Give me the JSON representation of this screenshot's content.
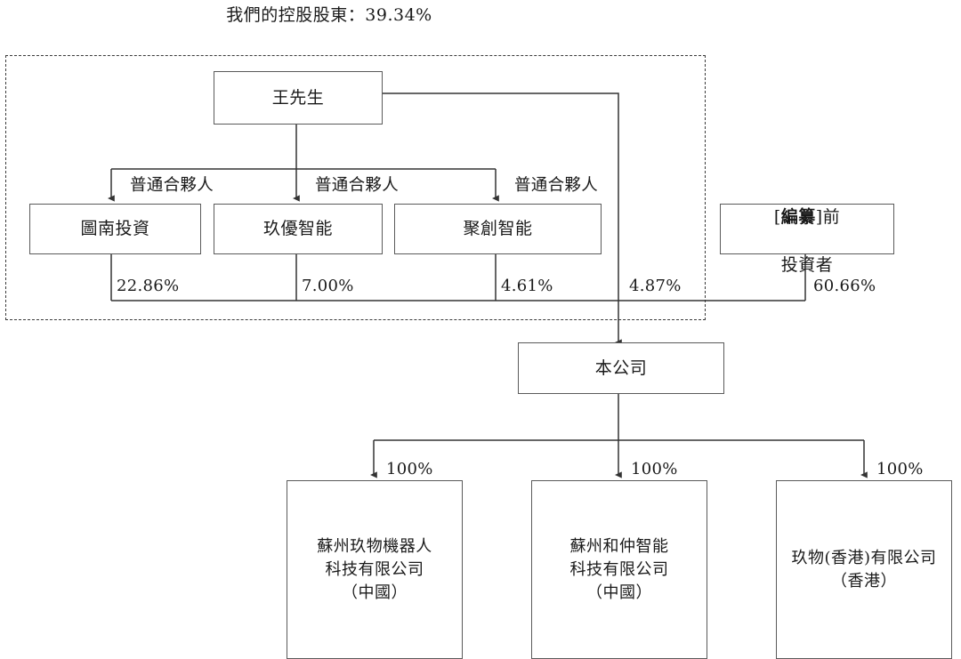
{
  "diagram": {
    "type": "org-ownership-chart",
    "title": "我們的控股股東：39.34%",
    "title_label": "我們的控股股東",
    "title_value": "39.34%",
    "colors": {
      "box_border": "#5a5a5a",
      "line": "#333333",
      "dashed_border": "#3a3a3a",
      "text": "#1a1a1a",
      "background": "#ffffff"
    },
    "controlling_group_region": {
      "name": "controlling-shareholder-group",
      "style": "dashed"
    },
    "nodes": {
      "person": {
        "label": "王先生"
      },
      "partnerships": [
        {
          "id": "tunan",
          "label": "圖南投資",
          "role_label": "普通合夥人",
          "stake": "22.86%"
        },
        {
          "id": "jiuyou",
          "label": "玖優智能",
          "role_label": "普通合夥人",
          "stake": "7.00%"
        },
        {
          "id": "juchuang",
          "label": "聚創智能",
          "role_label": "普通合夥人",
          "stake": "4.61%"
        }
      ],
      "person_direct_stake": "4.87%",
      "pre_ipo_investors": {
        "label_line1_prefix": "[",
        "label_line1_bold": "編纂",
        "label_line1_suffix": "]前",
        "label_line2": "投資者",
        "stake": "60.66%"
      },
      "company": {
        "label": "本公司"
      },
      "subsidiaries": [
        {
          "id": "suzhou-jiuwu-robot",
          "label": "蘇州玖物機器人\n科技有限公司\n（中國）",
          "stake": "100%"
        },
        {
          "id": "suzhou-hezhong",
          "label": "蘇州和仲智能\n科技有限公司\n（中國）",
          "stake": "100%"
        },
        {
          "id": "jiuwu-hk",
          "label": "玖物(香港)有限公司\n（香港）",
          "stake": "100%"
        }
      ]
    }
  }
}
